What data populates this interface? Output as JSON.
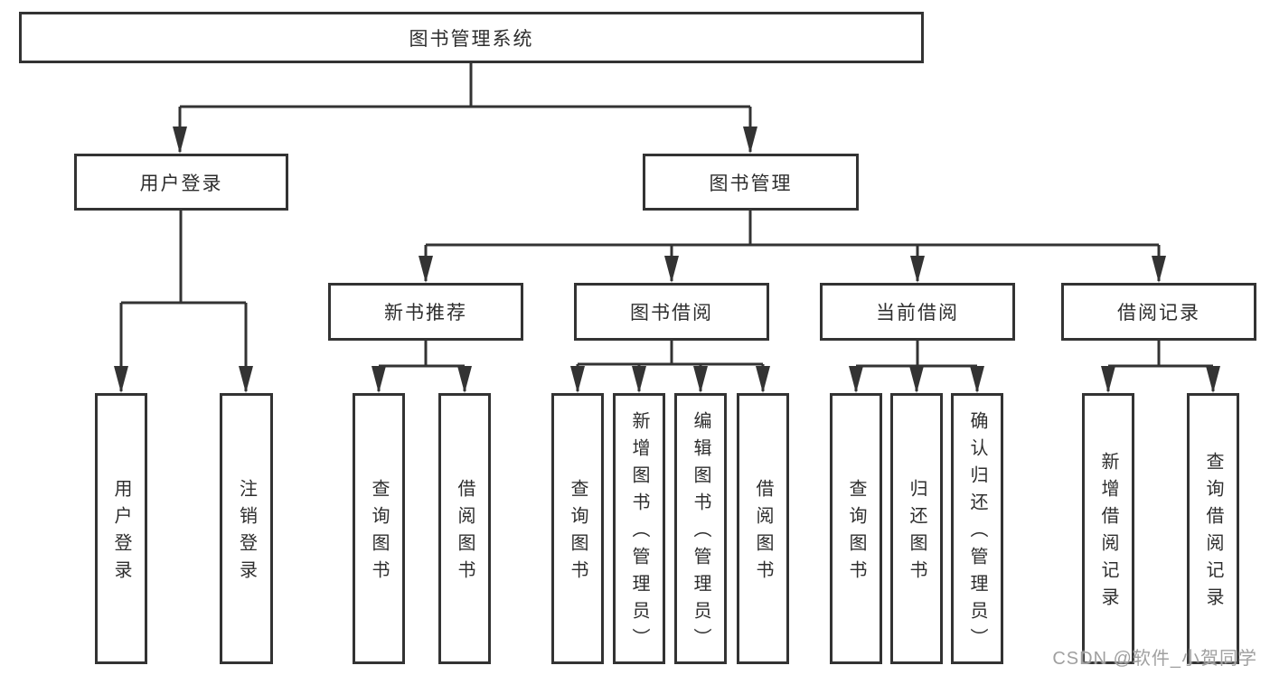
{
  "diagram": {
    "title": "图书管理系统",
    "root": {
      "label": "图书管理系统"
    },
    "branches": [
      {
        "label": "用户登录",
        "children": [
          {
            "label": "用户登录"
          },
          {
            "label": "注销登录"
          }
        ]
      },
      {
        "label": "图书管理",
        "children": [
          {
            "label": "新书推荐",
            "children": [
              {
                "label": "查询图书"
              },
              {
                "label": "借阅图书"
              }
            ]
          },
          {
            "label": "图书借阅",
            "children": [
              {
                "label": "查询图书"
              },
              {
                "label": "新增图书（管理员）"
              },
              {
                "label": "编辑图书（管理员）"
              },
              {
                "label": "借阅图书"
              }
            ]
          },
          {
            "label": "当前借阅",
            "children": [
              {
                "label": "查询图书"
              },
              {
                "label": "归还图书"
              },
              {
                "label": "确认归还（管理员）"
              }
            ]
          },
          {
            "label": "借阅记录",
            "children": [
              {
                "label": "新增借阅记录"
              },
              {
                "label": "查询借阅记录"
              }
            ]
          }
        ]
      }
    ]
  },
  "watermark": {
    "text": "CSDN @软件_小贺同学"
  },
  "colors": {
    "line": "#333333",
    "box_border": "#333333",
    "text": "#2e2e2e",
    "watermark": "#a0a0a0",
    "background": "#ffffff"
  }
}
